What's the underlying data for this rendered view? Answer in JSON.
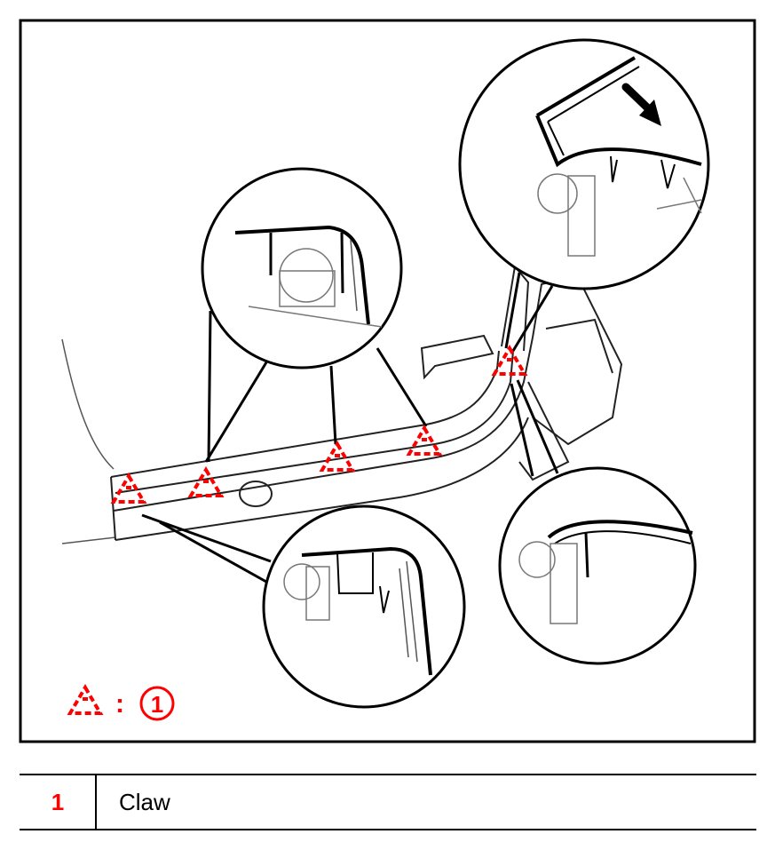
{
  "diagram": {
    "marker_symbol": "claw-marker",
    "marker_color": "#ff0000",
    "legend_key": {
      "separator": ":",
      "number": "1"
    }
  },
  "legend_table": {
    "rows": [
      {
        "number": "1",
        "label": "Claw"
      }
    ]
  }
}
